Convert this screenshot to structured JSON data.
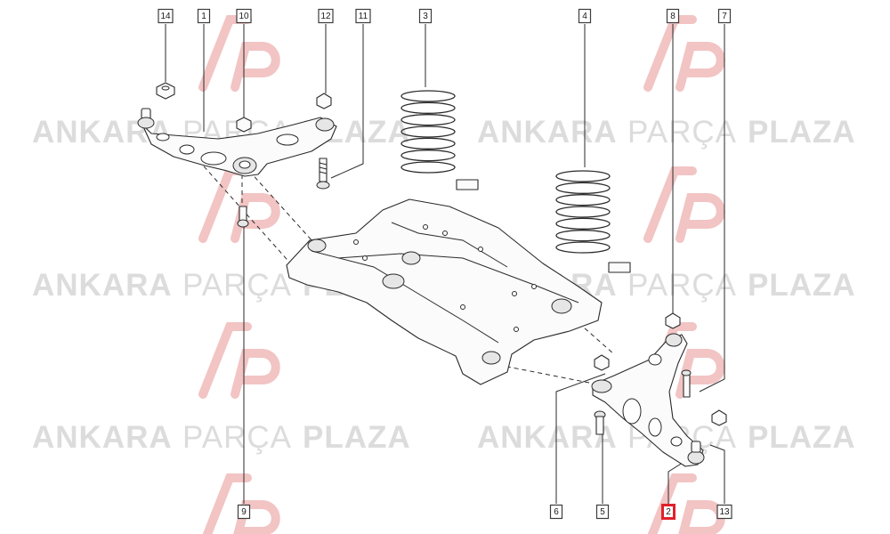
{
  "watermark": {
    "brand_word_1": "ANKARA",
    "brand_word_2": "PARÇA",
    "brand_word_3": "PLAZA",
    "logo_color": "#f2c4c4",
    "text_color": "#dcdcdc"
  },
  "callouts": [
    {
      "id": "c14",
      "label": "14",
      "highlight": false
    },
    {
      "id": "c1",
      "label": "1",
      "highlight": false
    },
    {
      "id": "c10",
      "label": "10",
      "highlight": false
    },
    {
      "id": "c12",
      "label": "12",
      "highlight": false
    },
    {
      "id": "c11",
      "label": "11",
      "highlight": false
    },
    {
      "id": "c3",
      "label": "3",
      "highlight": false
    },
    {
      "id": "c4",
      "label": "4",
      "highlight": false
    },
    {
      "id": "c8",
      "label": "8",
      "highlight": false
    },
    {
      "id": "c7",
      "label": "7",
      "highlight": false
    },
    {
      "id": "c9",
      "label": "9",
      "highlight": false
    },
    {
      "id": "c6",
      "label": "6",
      "highlight": false
    },
    {
      "id": "c5",
      "label": "5",
      "highlight": false
    },
    {
      "id": "c2",
      "label": "2",
      "highlight": true
    },
    {
      "id": "c13",
      "label": "13",
      "highlight": false
    }
  ],
  "highlight_color": "#e0202a"
}
